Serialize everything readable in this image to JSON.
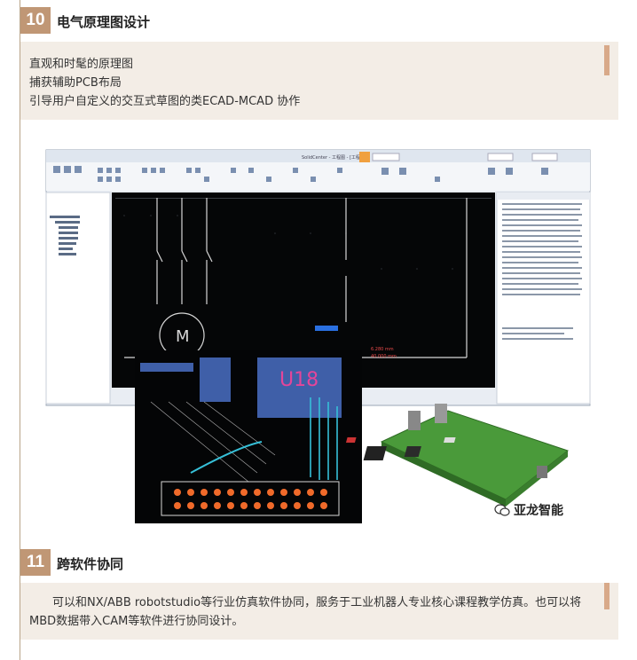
{
  "section10": {
    "number": "10",
    "title": "电气原理图设计",
    "lines": [
      "直观和时髦的原理图",
      "捕获辅助PCB布局",
      "引导用户自定义的交互式草图的类ECAD-MCAD 协作"
    ]
  },
  "figure": {
    "window_title": "SolidCenter - 工程图 - [工程图1]",
    "pcb_label": "U18",
    "motor_label": "M",
    "dim1": "6.280 mm",
    "dim2": "40.000 mm"
  },
  "watermark": "亚龙智能",
  "section11": {
    "number": "11",
    "title": "跨软件协同",
    "text": "可以和NX/ABB robotstudio等行业仿真软件协同，服务于工业机器人专业核心课程教学仿真。也可以将MBD数据带入CAM等软件进行协同设计。"
  },
  "colors": {
    "badge": "#c09775",
    "box": "#f3ede6",
    "accent": "#d8a989"
  }
}
